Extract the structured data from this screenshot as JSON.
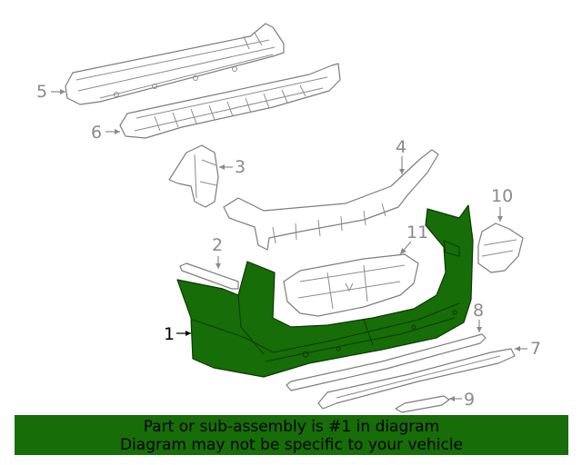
{
  "callouts": {
    "c1": "1",
    "c2": "2",
    "c3": "3",
    "c4": "4",
    "c5": "5",
    "c6": "6",
    "c7": "7",
    "c8": "8",
    "c9": "9",
    "c10": "10",
    "c11": "11"
  },
  "banner": {
    "line1": "Part or sub-assembly is #1 in diagram",
    "line2": "Diagram may not be specific to your vehicle"
  },
  "colors": {
    "highlight_part": "#176d07",
    "banner_bg": "#176d07",
    "line_art": "#7d7d7d"
  }
}
